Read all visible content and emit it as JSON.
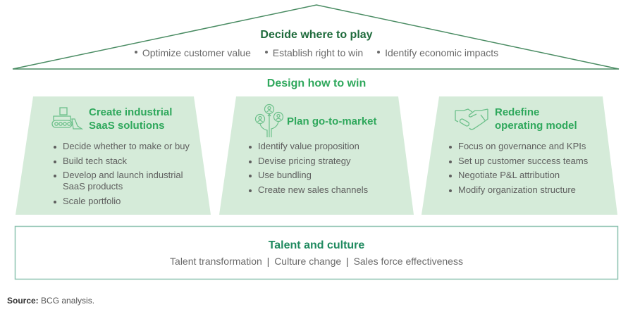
{
  "roof": {
    "title": "Decide where to play",
    "bullets": [
      "Optimize customer value",
      "Establish right to win",
      "Identify economic impacts"
    ]
  },
  "middle": {
    "title": "Design how to win",
    "panels": [
      {
        "icon": "bulldozer-icon",
        "title_line1": "Create industrial",
        "title_line2": "SaaS solutions",
        "bullets": [
          "Decide whether to make or buy",
          "Build tech stack",
          "Develop and launch industrial SaaS products",
          "Scale portfolio"
        ]
      },
      {
        "icon": "people-balloons-icon",
        "title_line1": "Plan go-to-market",
        "title_line2": "",
        "bullets": [
          "Identify value proposition",
          "Devise pricing strategy",
          "Use bundling",
          "Create new sales channels"
        ]
      },
      {
        "icon": "handshake-icon",
        "title_line1": "Redefine",
        "title_line2": "operating model",
        "bullets": [
          "Focus on governance and KPIs",
          "Set up customer success teams",
          "Negotiate P&L attribution",
          "Modify organization structure"
        ]
      }
    ]
  },
  "base": {
    "title": "Talent and culture",
    "items": [
      "Talent transformation",
      "Culture change",
      "Sales force effectiveness"
    ],
    "separator": "|"
  },
  "source": {
    "label": "Source:",
    "text": " BCG analysis."
  },
  "colors": {
    "roof_stroke": "#4a8c63",
    "panel_fill": "#d5ebd9",
    "base_stroke": "#8cc2b0",
    "accent_green": "#2fa85c",
    "dark_green": "#1f6b3c",
    "teal_green": "#1f8a5f"
  }
}
